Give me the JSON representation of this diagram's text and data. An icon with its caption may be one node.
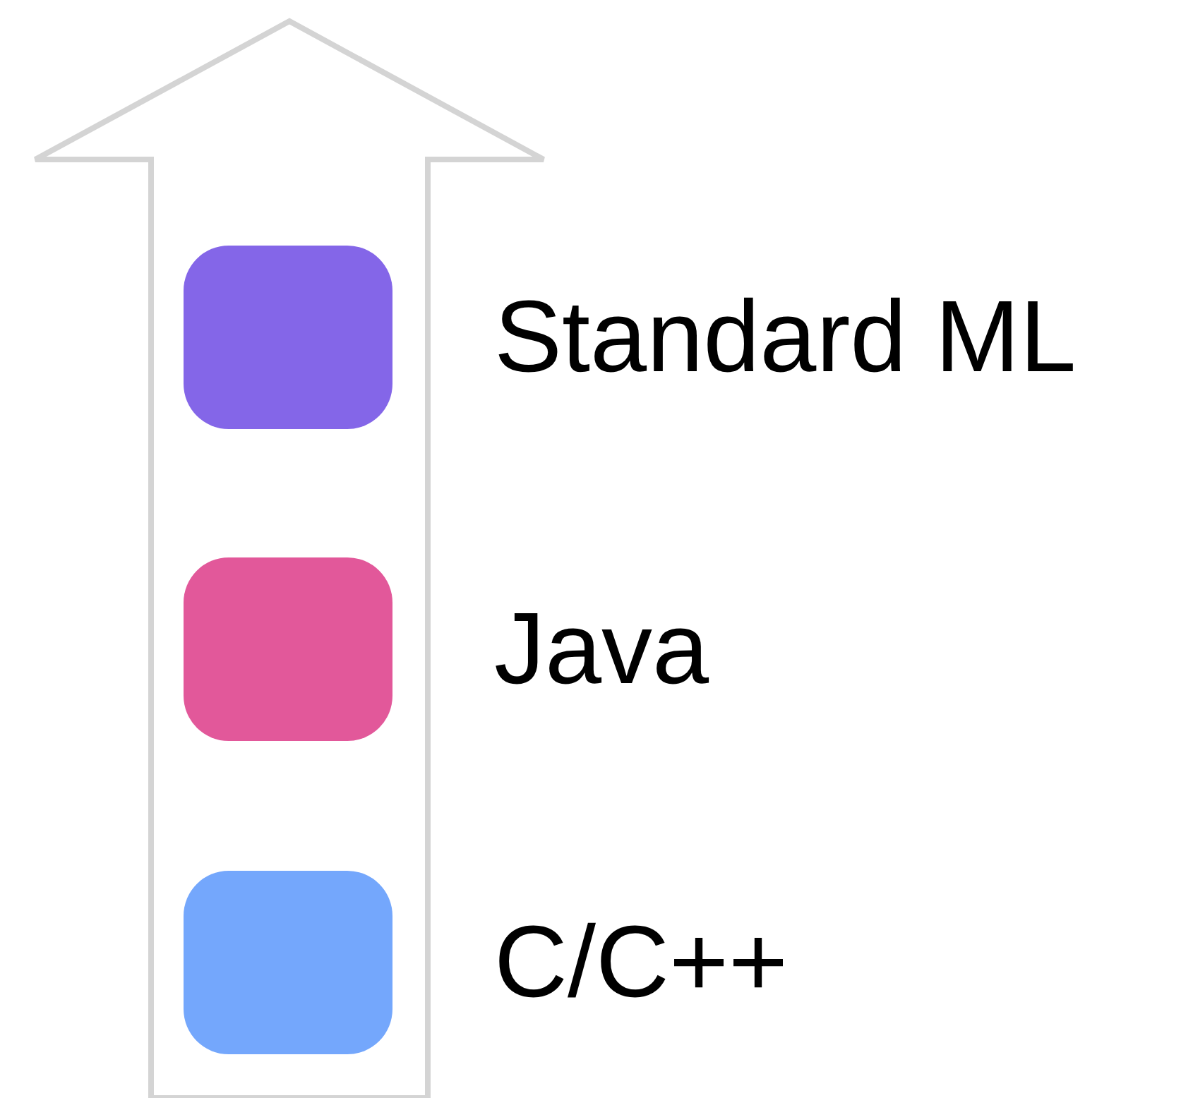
{
  "diagram": {
    "legend": [
      {
        "text": "Standard ML",
        "color": "#8466e8"
      },
      {
        "text": "Java",
        "color": "#e2589a"
      },
      {
        "text": "C/C++",
        "color": "#74a7fc"
      }
    ]
  }
}
